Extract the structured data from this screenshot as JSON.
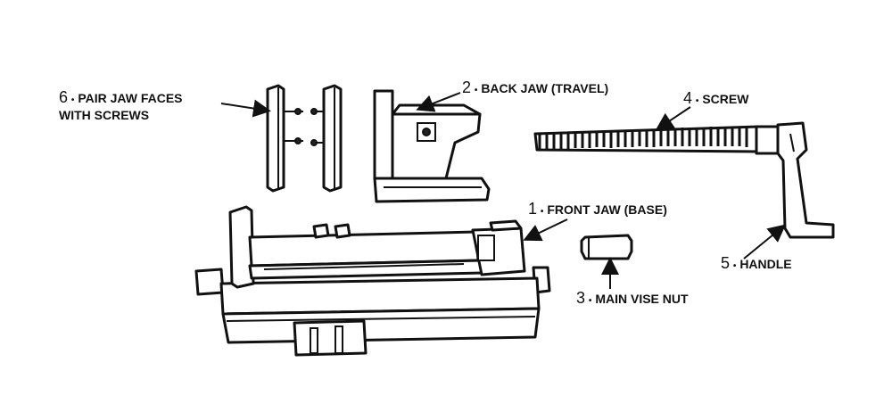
{
  "labels": {
    "jaw_faces": {
      "num": "6",
      "line1": "PAIR JAW FACES",
      "line2": "WITH SCREWS"
    },
    "back_jaw": {
      "num": "2",
      "text": "BACK JAW (TRAVEL)"
    },
    "screw": {
      "num": "4",
      "text": "SCREW"
    },
    "front_jaw": {
      "num": "1",
      "text": "FRONT JAW (BASE)"
    },
    "handle": {
      "num": "5",
      "text": "HANDLE"
    },
    "vise_nut": {
      "num": "3",
      "text": "MAIN VISE NUT"
    }
  },
  "bullet": "•"
}
